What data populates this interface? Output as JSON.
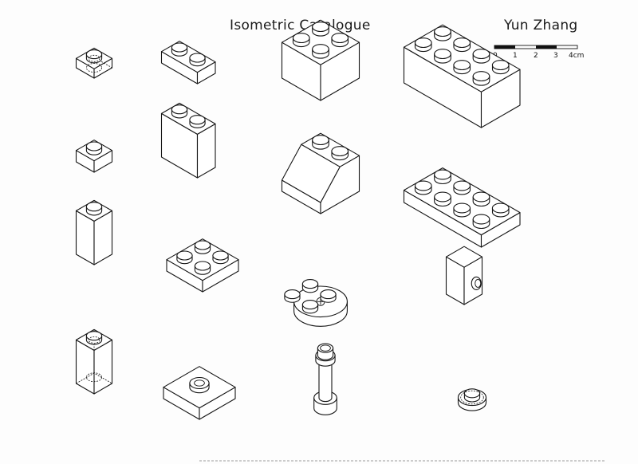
{
  "title": "Isometric Catalogue",
  "author": "Yun Zhang",
  "scale_bar": {
    "ticks": [
      "0",
      "1",
      "2",
      "3",
      "4cm"
    ]
  },
  "pieces": [
    {
      "name": "transparent-plate-1x1"
    },
    {
      "name": "plate-1x2"
    },
    {
      "name": "brick-2x2"
    },
    {
      "name": "brick-2x4"
    },
    {
      "name": "plate-1x1"
    },
    {
      "name": "brick-1x2"
    },
    {
      "name": "slope-2x2"
    },
    {
      "name": "plate-2x4"
    },
    {
      "name": "brick-1x1"
    },
    {
      "name": "plate-2x2"
    },
    {
      "name": "round-plate-2x2"
    },
    {
      "name": "brick-1x1-side-stud"
    },
    {
      "name": "transparent-brick-1x1"
    },
    {
      "name": "jumper-plate-2x2"
    },
    {
      "name": "lever-stick"
    },
    {
      "name": "round-plate-1x1"
    }
  ]
}
